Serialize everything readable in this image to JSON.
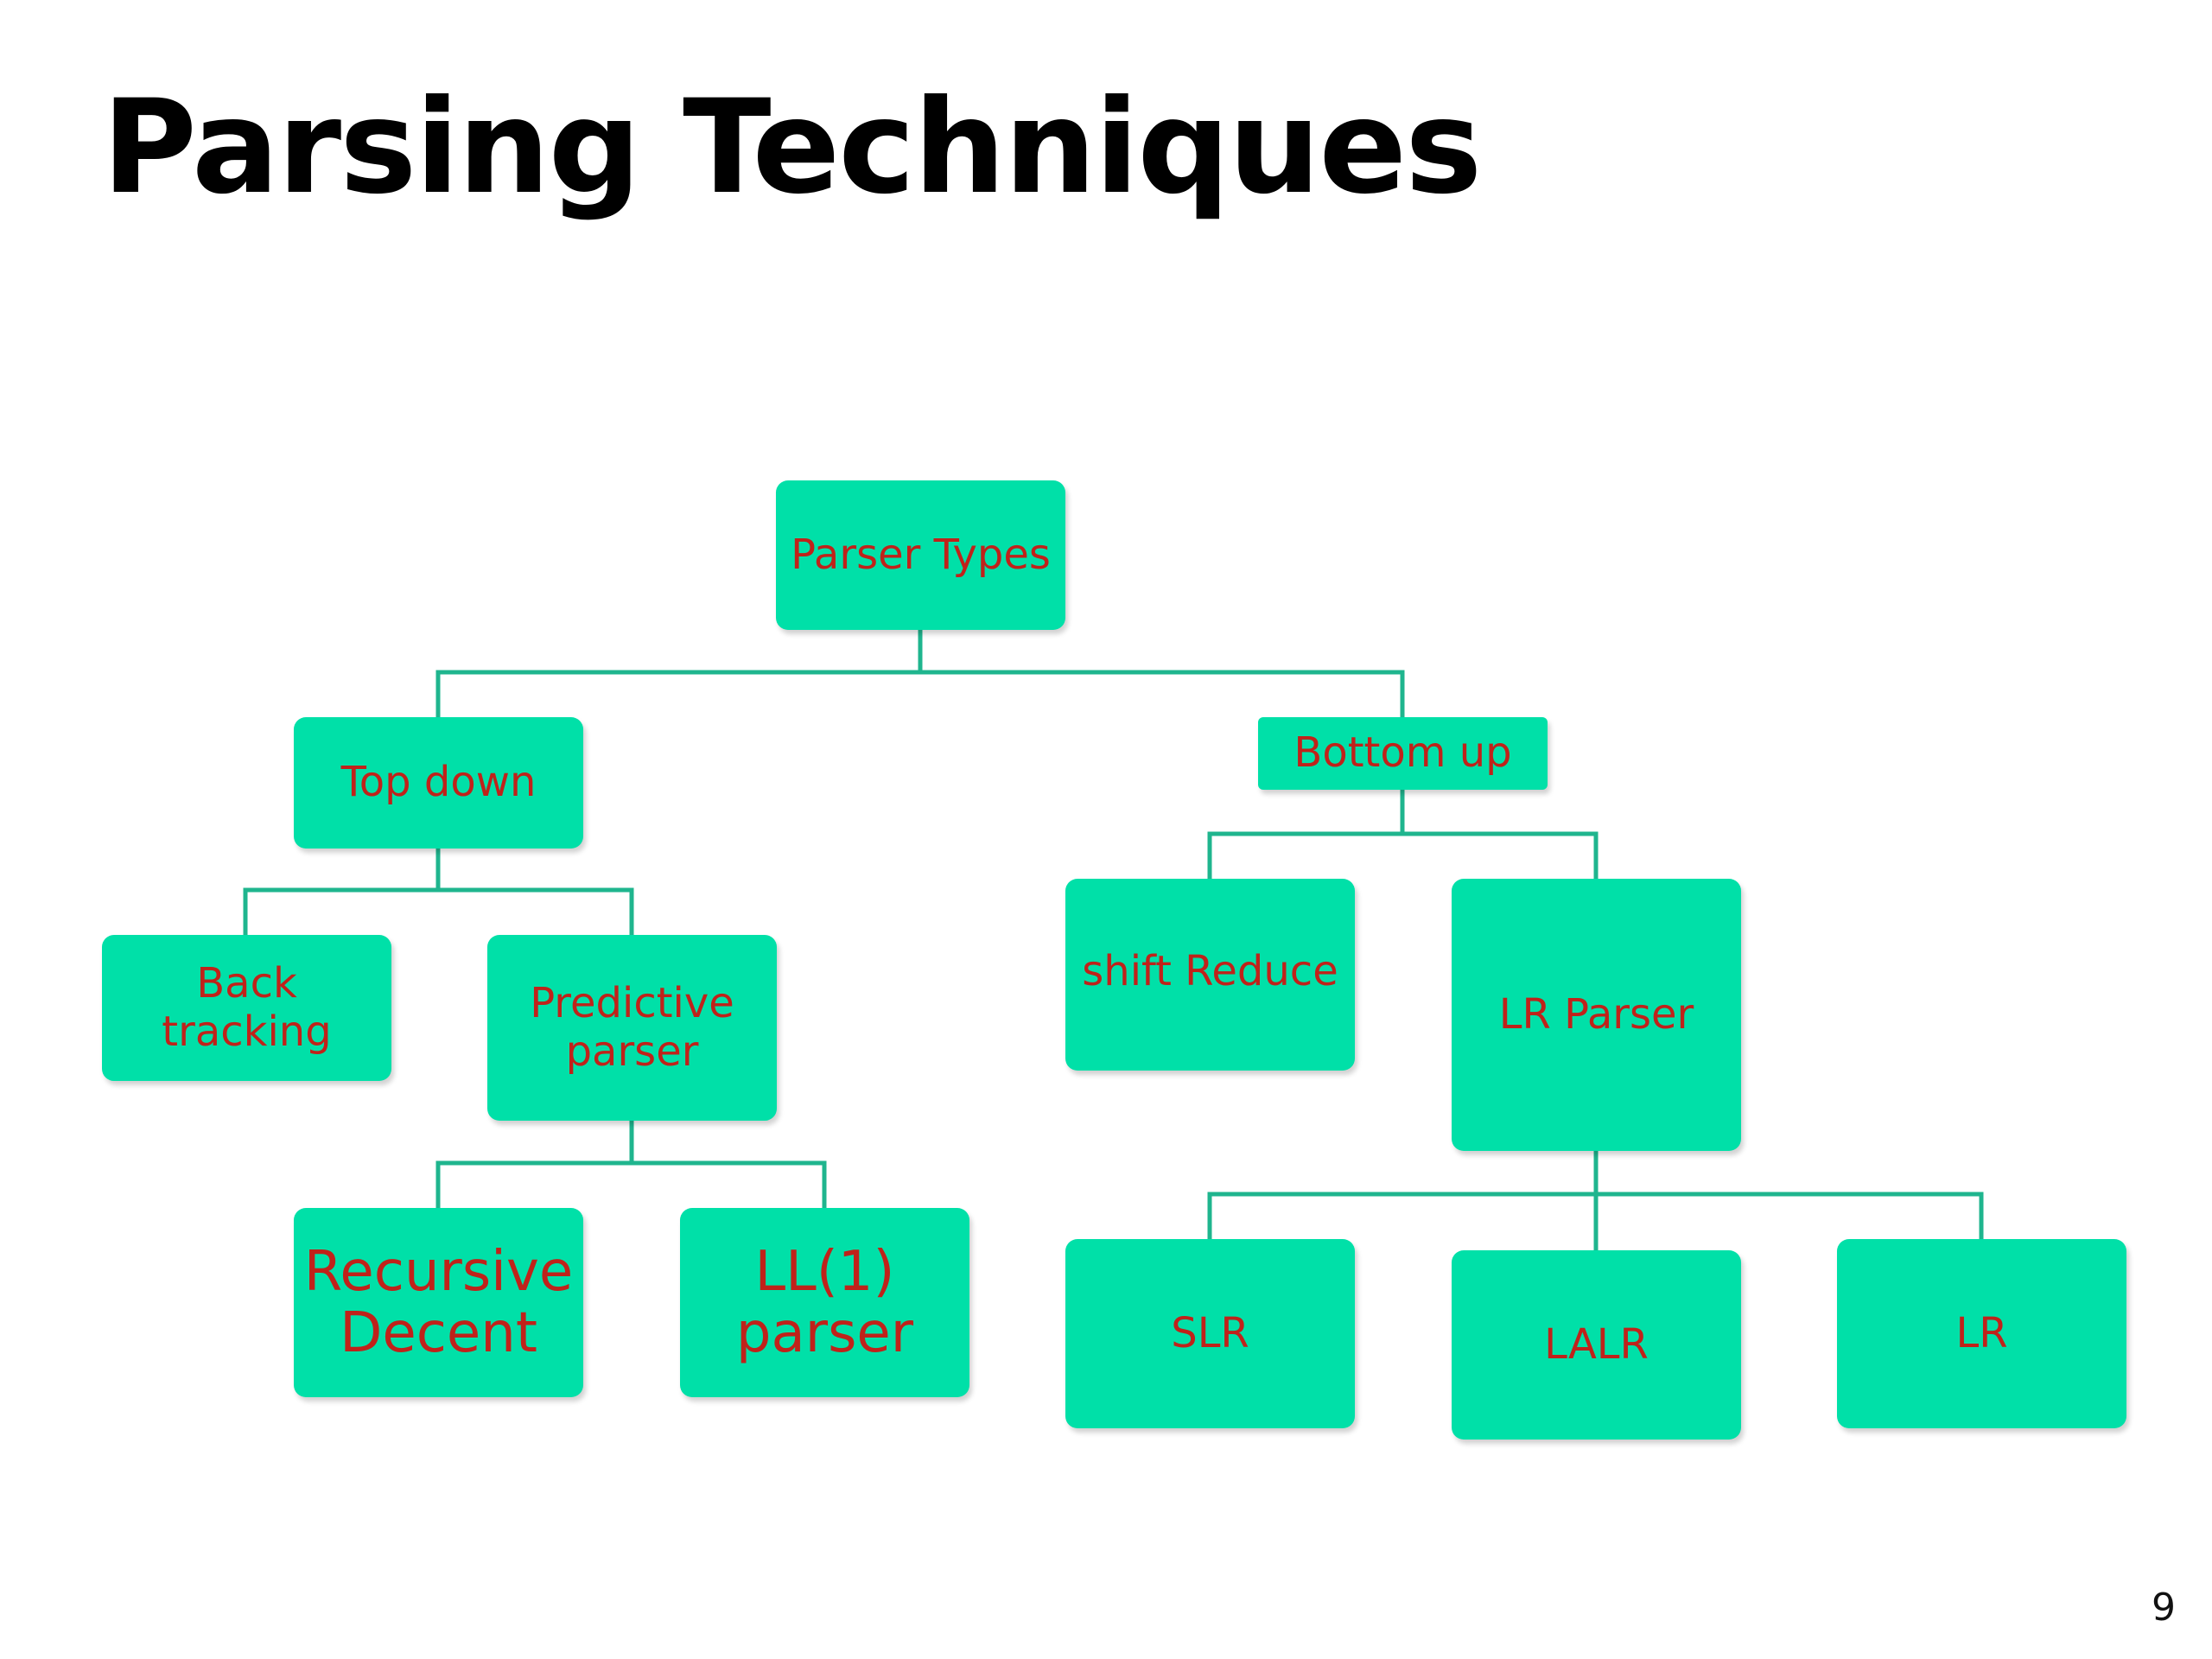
{
  "slide": {
    "title": "Parsing Techniques",
    "page_number": "9"
  },
  "colors": {
    "node_fill": "#00e0a8",
    "node_text": "#c0221a",
    "connector": "#1fb58e"
  },
  "tree": {
    "root": "Parser Types",
    "top_down": "Top down",
    "bottom_up": "Bottom up",
    "back_tracking": "Back tracking",
    "predictive_parser": "Predictive parser",
    "recursive_decent": "Recursive Decent",
    "ll1_parser": "LL(1) parser",
    "shift_reduce": "shift Reduce",
    "lr_parser": "LR Parser",
    "slr": "SLR",
    "lalr": "LALR",
    "lr": "LR"
  }
}
